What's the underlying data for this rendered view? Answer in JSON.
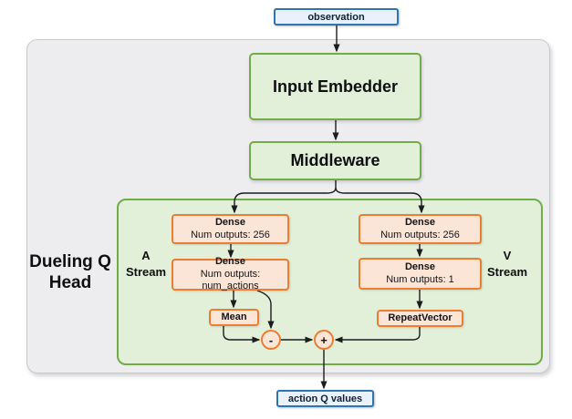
{
  "colors": {
    "accent_orange": "#ed7d31",
    "accent_orange_fill": "#fbe5d6",
    "accent_green": "#70ad47",
    "accent_green_fill": "#e2efd9",
    "accent_blue": "#2e75b6",
    "accent_blue_fill": "#e9f1fa",
    "container_gray_fill": "#ededef",
    "arrow_color": "#1c1c1c"
  },
  "nodes": {
    "observation": "observation",
    "input_embedder": "Input Embedder",
    "middleware": "Middleware",
    "dueling_q_head": "Dueling Q Head",
    "a_stream": "A Stream",
    "v_stream": "V Stream",
    "a_dense_1": {
      "title": "Dense",
      "subtitle": "Num outputs: 256"
    },
    "a_dense_2": {
      "title": "Dense",
      "subtitle": "Num outputs: num_actions"
    },
    "mean": "Mean",
    "v_dense_1": {
      "title": "Dense",
      "subtitle": "Num outputs: 256"
    },
    "v_dense_2": {
      "title": "Dense",
      "subtitle": "Num outputs: 1"
    },
    "repeat_vector": "RepeatVector",
    "subtract_op": "-",
    "add_op": "+",
    "action_q_values": "action Q values"
  }
}
